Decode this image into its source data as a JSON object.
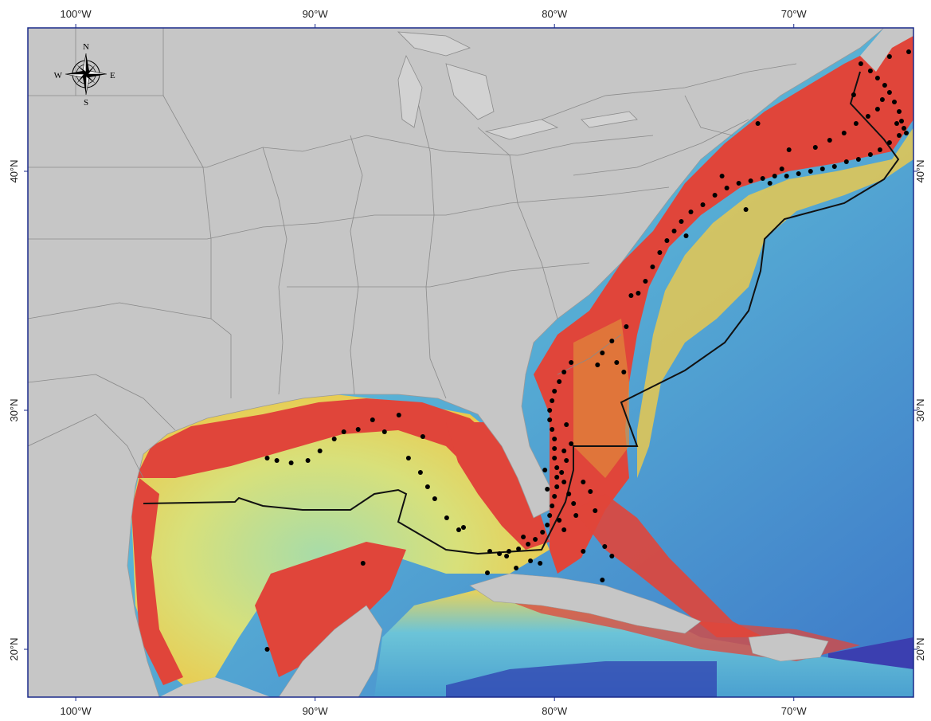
{
  "map": {
    "lon_labels": [
      {
        "lon": -100,
        "text": "100°W"
      },
      {
        "lon": -90,
        "text": "90°W"
      },
      {
        "lon": -80,
        "text": "80°W"
      },
      {
        "lon": -70,
        "text": "70°W"
      }
    ],
    "lat_labels": [
      {
        "lat": 20,
        "text": "20°N"
      },
      {
        "lat": 30,
        "text": "30°N"
      },
      {
        "lat": 40,
        "text": "40°N"
      }
    ],
    "compass": {
      "n": "N",
      "s": "S",
      "e": "E",
      "w": "W"
    },
    "extent": {
      "lon_min": -102,
      "lon_max": -65,
      "lat_min": 18,
      "lat_max": 46
    },
    "colors": {
      "land": "#c6c6c6",
      "state_lines": "#8a8a8a",
      "shelf": "#e0453a",
      "slope": "#e8d25a",
      "mid": "#a8d8a0",
      "deep": "#5ab4d6",
      "abyss": "#3b5fc0",
      "frame": "#1a2a8a",
      "points": "#000000"
    },
    "points": [
      [
        -67.2,
        44.5
      ],
      [
        -66.8,
        44.2
      ],
      [
        -66.5,
        43.9
      ],
      [
        -66.2,
        43.6
      ],
      [
        -66.0,
        43.3
      ],
      [
        -65.8,
        42.9
      ],
      [
        -65.6,
        42.5
      ],
      [
        -65.5,
        42.1
      ],
      [
        -65.4,
        41.8
      ],
      [
        -65.6,
        41.5
      ],
      [
        -66.0,
        41.2
      ],
      [
        -66.4,
        40.9
      ],
      [
        -66.8,
        40.7
      ],
      [
        -67.3,
        40.5
      ],
      [
        -67.8,
        40.4
      ],
      [
        -68.3,
        40.2
      ],
      [
        -68.8,
        40.1
      ],
      [
        -69.3,
        40.0
      ],
      [
        -69.8,
        39.9
      ],
      [
        -70.3,
        39.8
      ],
      [
        -70.8,
        39.8
      ],
      [
        -71.3,
        39.7
      ],
      [
        -71.8,
        39.6
      ],
      [
        -72.3,
        39.5
      ],
      [
        -72.8,
        39.3
      ],
      [
        -73.3,
        39.0
      ],
      [
        -73.8,
        38.6
      ],
      [
        -74.3,
        38.3
      ],
      [
        -74.7,
        37.9
      ],
      [
        -75.0,
        37.5
      ],
      [
        -75.3,
        37.1
      ],
      [
        -75.6,
        36.6
      ],
      [
        -75.9,
        36.0
      ],
      [
        -76.2,
        35.4
      ],
      [
        -76.5,
        34.9
      ],
      [
        -66.5,
        42.6
      ],
      [
        -66.9,
        42.3
      ],
      [
        -67.4,
        42.0
      ],
      [
        -67.9,
        41.6
      ],
      [
        -68.5,
        41.3
      ],
      [
        -69.1,
        41.0
      ],
      [
        -71.5,
        42.0
      ],
      [
        -70.2,
        40.9
      ],
      [
        -71.0,
        39.5
      ],
      [
        -72.0,
        38.4
      ],
      [
        -74.5,
        37.3
      ],
      [
        -77.0,
        33.5
      ],
      [
        -77.6,
        32.9
      ],
      [
        -78.0,
        32.4
      ],
      [
        -78.2,
        31.9
      ],
      [
        -77.4,
        32.0
      ],
      [
        -77.1,
        31.6
      ],
      [
        -79.3,
        32.0
      ],
      [
        -79.6,
        31.6
      ],
      [
        -79.8,
        31.2
      ],
      [
        -80.0,
        30.8
      ],
      [
        -80.1,
        30.4
      ],
      [
        -80.2,
        30.0
      ],
      [
        -80.2,
        29.6
      ],
      [
        -80.1,
        29.2
      ],
      [
        -80.0,
        28.8
      ],
      [
        -80.0,
        28.4
      ],
      [
        -80.0,
        28.0
      ],
      [
        -79.9,
        27.6
      ],
      [
        -79.9,
        27.2
      ],
      [
        -79.9,
        26.8
      ],
      [
        -80.0,
        26.4
      ],
      [
        -80.1,
        26.0
      ],
      [
        -80.2,
        25.6
      ],
      [
        -80.3,
        25.2
      ],
      [
        -80.5,
        24.9
      ],
      [
        -80.8,
        24.6
      ],
      [
        -81.1,
        24.4
      ],
      [
        -81.5,
        24.2
      ],
      [
        -81.9,
        24.1
      ],
      [
        -82.3,
        24.0
      ],
      [
        -82.7,
        24.1
      ],
      [
        -79.5,
        27.9
      ],
      [
        -79.6,
        28.3
      ],
      [
        -79.6,
        27.0
      ],
      [
        -79.4,
        26.5
      ],
      [
        -79.2,
        26.1
      ],
      [
        -79.8,
        25.4
      ],
      [
        -79.6,
        25.0
      ],
      [
        -78.8,
        27.0
      ],
      [
        -78.5,
        26.6
      ],
      [
        -78.3,
        25.8
      ],
      [
        -77.9,
        24.3
      ],
      [
        -77.6,
        23.9
      ],
      [
        -78.8,
        24.1
      ],
      [
        -81.0,
        23.7
      ],
      [
        -81.6,
        23.4
      ],
      [
        -82.8,
        23.2
      ],
      [
        -84.0,
        25.0
      ],
      [
        -84.5,
        25.5
      ],
      [
        -85.0,
        26.3
      ],
      [
        -85.3,
        26.8
      ],
      [
        -85.6,
        27.4
      ],
      [
        -86.1,
        28.0
      ],
      [
        -87.1,
        29.1
      ],
      [
        -87.6,
        29.6
      ],
      [
        -88.2,
        29.2
      ],
      [
        -88.8,
        29.1
      ],
      [
        -89.2,
        28.8
      ],
      [
        -89.8,
        28.3
      ],
      [
        -90.3,
        27.9
      ],
      [
        -91.0,
        27.8
      ],
      [
        -91.6,
        27.9
      ],
      [
        -92.0,
        28.0
      ],
      [
        -85.5,
        28.9
      ],
      [
        -88.0,
        23.6
      ],
      [
        -92.0,
        20.0
      ],
      [
        -86.5,
        29.8
      ],
      [
        -83.8,
        25.1
      ],
      [
        -78.0,
        22.9
      ],
      [
        -66.0,
        44.8
      ],
      [
        -65.2,
        45.0
      ],
      [
        -67.5,
        43.2
      ],
      [
        -66.3,
        43.0
      ],
      [
        -65.7,
        42.0
      ],
      [
        -65.3,
        41.6
      ],
      [
        -70.5,
        40.1
      ],
      [
        -73.0,
        39.8
      ],
      [
        -76.8,
        34.8
      ],
      [
        -79.5,
        29.4
      ],
      [
        -79.3,
        28.6
      ],
      [
        -80.4,
        27.5
      ],
      [
        -79.7,
        27.4
      ],
      [
        -80.3,
        26.7
      ],
      [
        -79.1,
        25.6
      ],
      [
        -81.3,
        24.7
      ],
      [
        -82.0,
        23.9
      ],
      [
        -80.6,
        23.6
      ]
    ]
  }
}
